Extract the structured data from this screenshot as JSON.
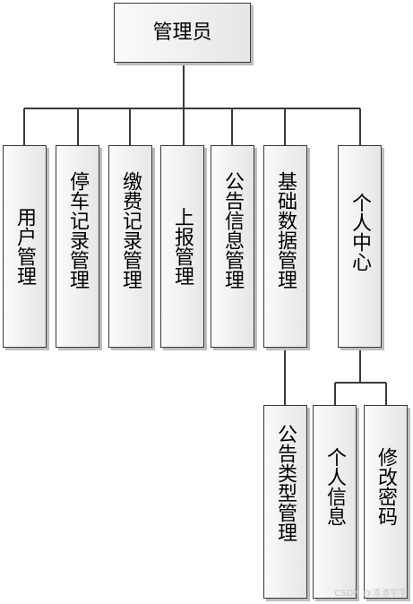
{
  "root": {
    "label": "管理员"
  },
  "modules": [
    {
      "label": "用户管理"
    },
    {
      "label": "停车记录管理"
    },
    {
      "label": "缴费记录管理"
    },
    {
      "label": "上报管理"
    },
    {
      "label": "公告信息管理"
    },
    {
      "label": "基础数据管理"
    },
    {
      "label": "个人中心"
    }
  ],
  "sub_modules": {
    "basic_data": [
      {
        "label": "公告类型管理"
      }
    ],
    "personal_center": [
      {
        "label": "个人信息"
      },
      {
        "label": "修改密码"
      }
    ]
  },
  "watermark": {
    "text": "CSDN @渣渣宇宇"
  },
  "colors": {
    "line": "#3a3a3a",
    "box_border": "#3a3a3a",
    "shadow": "#bdbdbd"
  }
}
